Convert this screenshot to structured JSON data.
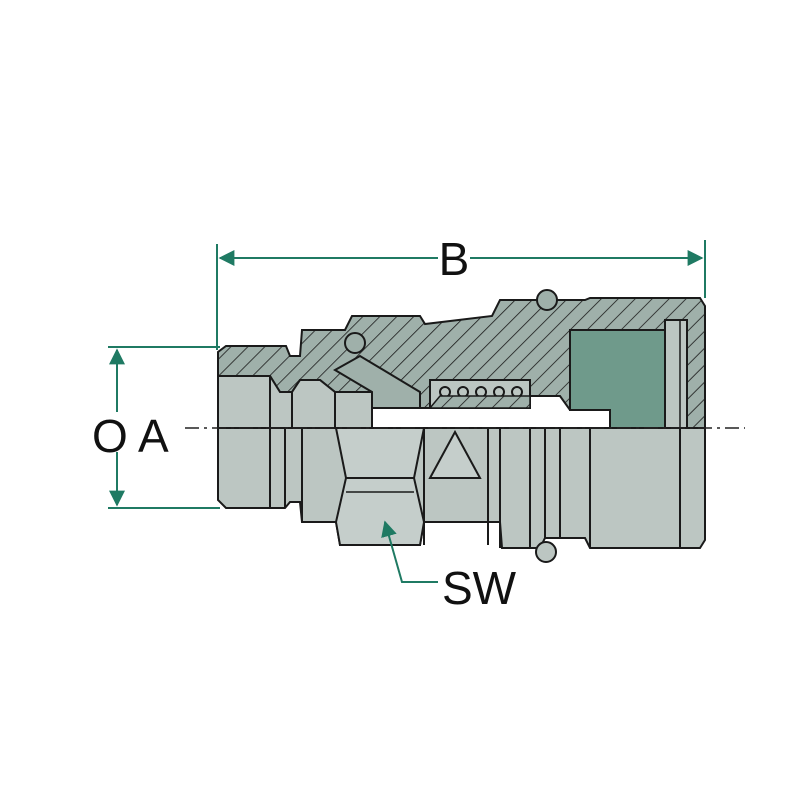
{
  "labels": {
    "length": "B",
    "diameter": "O A",
    "wrench_size": "SW"
  },
  "colors": {
    "dimension_line": "#1f7a63",
    "body_light": "#bcc6c2",
    "body_section": "#9fb0aa",
    "body_dark": "#6f9a8b",
    "outline": "#1a1a1a",
    "centerline": "#222222"
  }
}
